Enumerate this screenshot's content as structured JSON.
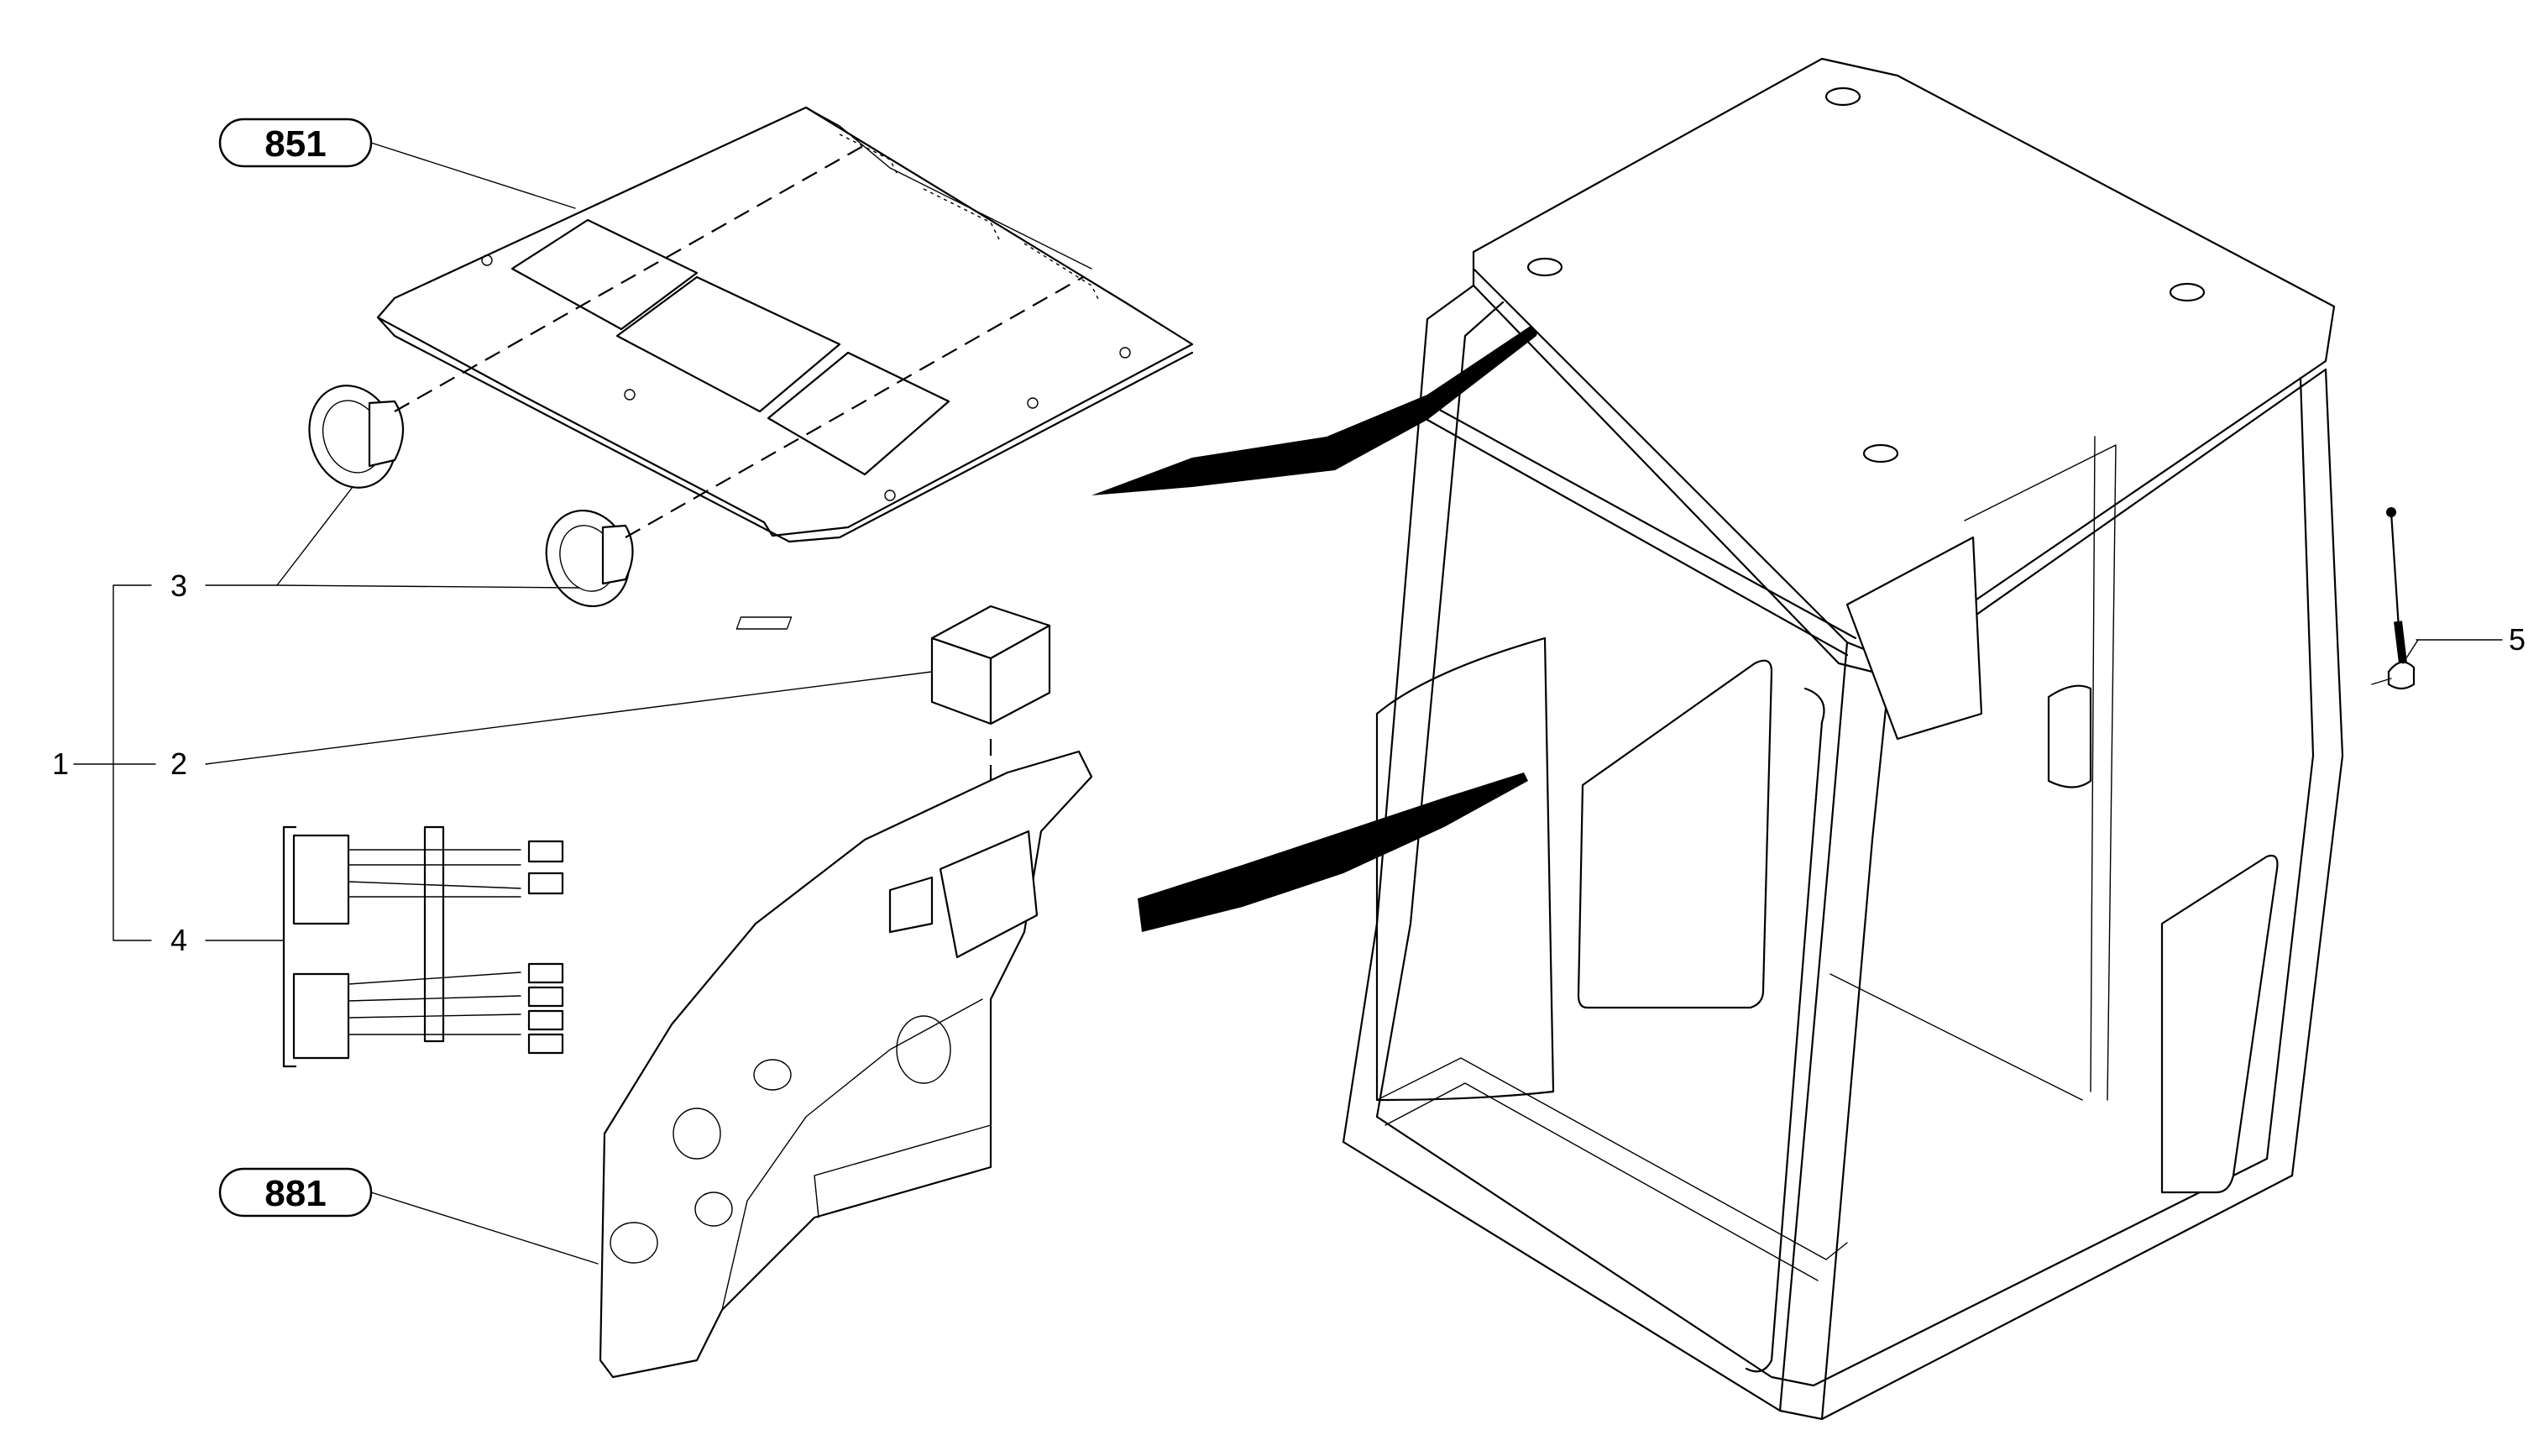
{
  "references": {
    "roof_panel": "851",
    "side_panel": "881"
  },
  "callouts": {
    "c1": "1",
    "c2": "2",
    "c3": "3",
    "c4": "4",
    "c5": "5"
  },
  "parts": {
    "roof_panel": "roof-trim-panel",
    "speakers": "speaker",
    "radio": "radio-unit",
    "wiring": "wiring-harness",
    "side_panel": "side-trim-panel",
    "cab": "operator-cab",
    "antenna": "antenna"
  },
  "colors": {
    "line": "#000000",
    "background": "#ffffff"
  }
}
